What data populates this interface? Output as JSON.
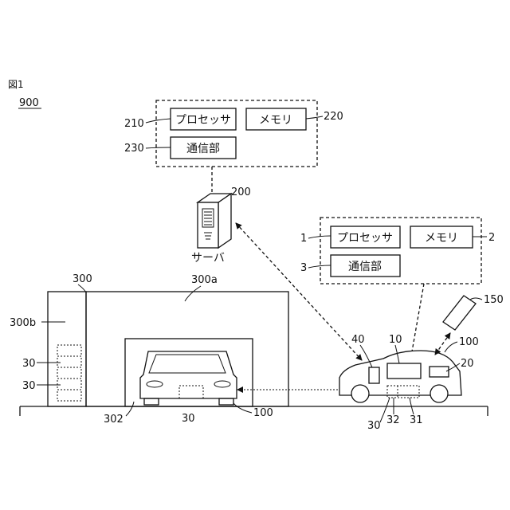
{
  "figure": {
    "title": "図1",
    "ref": "900"
  },
  "server_block": {
    "processor": "プロセッサ",
    "memory": "メモリ",
    "comm": "通信部",
    "ref_processor": "210",
    "ref_memory": "220",
    "ref_comm": "230"
  },
  "server": {
    "ref": "200",
    "name": "サーバ"
  },
  "vehicle_block": {
    "processor": "プロセッサ",
    "memory": "メモリ",
    "comm": "通信部",
    "ref_processor": "1",
    "ref_memory": "2",
    "ref_comm": "3"
  },
  "building": {
    "ref": "300",
    "ref_roof": "300a",
    "ref_side": "300b",
    "ref_floor": "302",
    "ref_shelf_1": "30",
    "ref_shelf_2": "30",
    "ref_parked_pad": "30",
    "ref_parked_car": "100"
  },
  "car": {
    "ref_car": "100",
    "ref_device_10": "10",
    "ref_device_20": "20",
    "ref_device_40": "40",
    "ref_pad": "30",
    "ref_32": "32",
    "ref_31": "31"
  },
  "phone": {
    "ref": "150"
  }
}
